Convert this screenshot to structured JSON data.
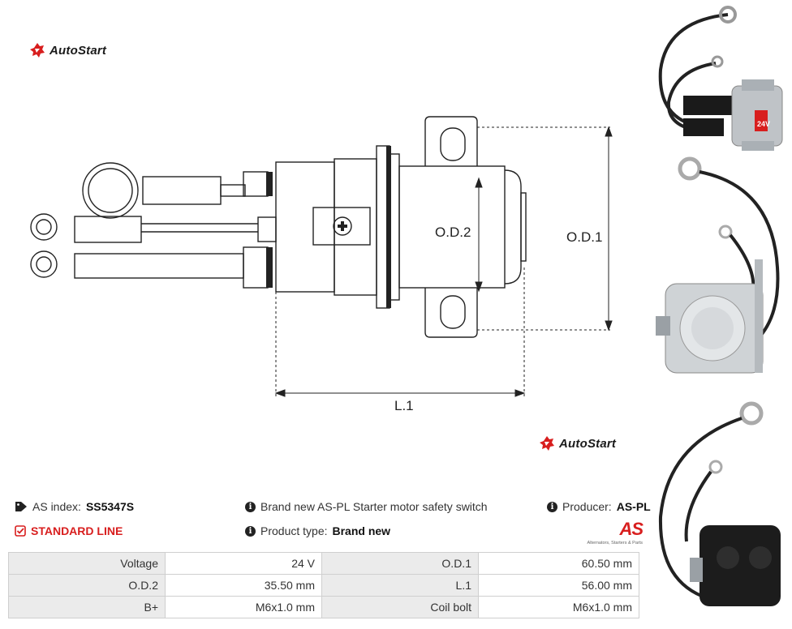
{
  "brand": {
    "logo_text": "AutoStart"
  },
  "diagram": {
    "od2_label": "O.D.2",
    "od1_label": "O.D.1",
    "l1_label": "L.1"
  },
  "photos": {
    "label_24v": "24V"
  },
  "info": {
    "as_index_label": "AS index:",
    "as_index_value": "SS5347S",
    "standard_line": "STANDARD LINE",
    "description": "Brand new AS-PL Starter motor safety switch",
    "product_type_label": "Product type:",
    "product_type_value": "Brand new",
    "producer_label": "Producer:",
    "producer_value": "AS-PL",
    "aspl_logo_text": "AS",
    "aspl_tagline": "Alternators, Starters & Parts"
  },
  "specs": [
    {
      "label1": "Voltage",
      "value1": "24 V",
      "label2": "O.D.1",
      "value2": "60.50 mm"
    },
    {
      "label1": "O.D.2",
      "value1": "35.50 mm",
      "label2": "L.1",
      "value2": "56.00 mm"
    },
    {
      "label1": "B+",
      "value1": "M6x1.0 mm",
      "label2": "Coil bolt",
      "value2": "M6x1.0 mm"
    }
  ],
  "colors": {
    "accent_red": "#d81e1e",
    "table_label_bg": "#ebebeb"
  },
  "icons": [
    "autostart-logo-icon",
    "tag-icon",
    "checkbox-icon",
    "info-icon"
  ]
}
